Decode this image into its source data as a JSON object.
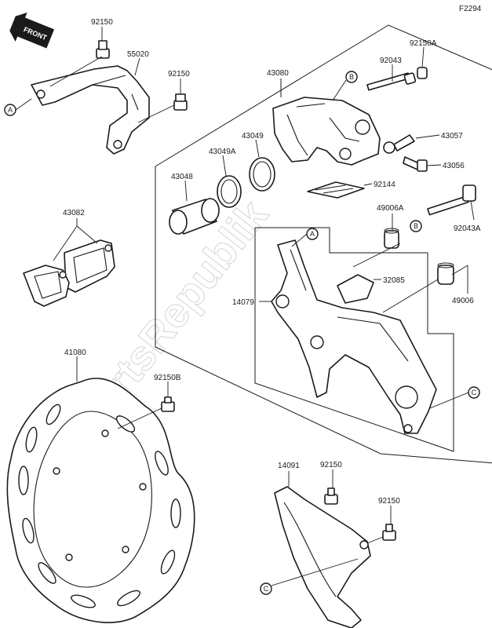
{
  "figure_code": "F2294",
  "front_label": "FRONT",
  "watermark": "PartsRepublik",
  "part_numbers": {
    "p92150_top": "92150",
    "p55020": "55020",
    "p92150_mid": "92150",
    "p43080": "43080",
    "p92150A": "92150A",
    "p92043": "92043",
    "p43057": "43057",
    "p43049": "43049",
    "p43049A": "43049A",
    "p43048": "43048",
    "p43056": "43056",
    "p92144": "92144",
    "p49006A": "49006A",
    "p92043A": "92043A",
    "p43082": "43082",
    "p32085": "32085",
    "p14079": "14079",
    "p49006": "49006",
    "p41080": "41080",
    "p92150B": "92150B",
    "p14091": "14091",
    "p92150_low1": "92150",
    "p92150_low2": "92150"
  },
  "references": {
    "a_left": "A",
    "a_bracket": "A",
    "b_caliper": "B",
    "b_pin": "B",
    "c_bracket": "C",
    "c_guard": "C"
  }
}
